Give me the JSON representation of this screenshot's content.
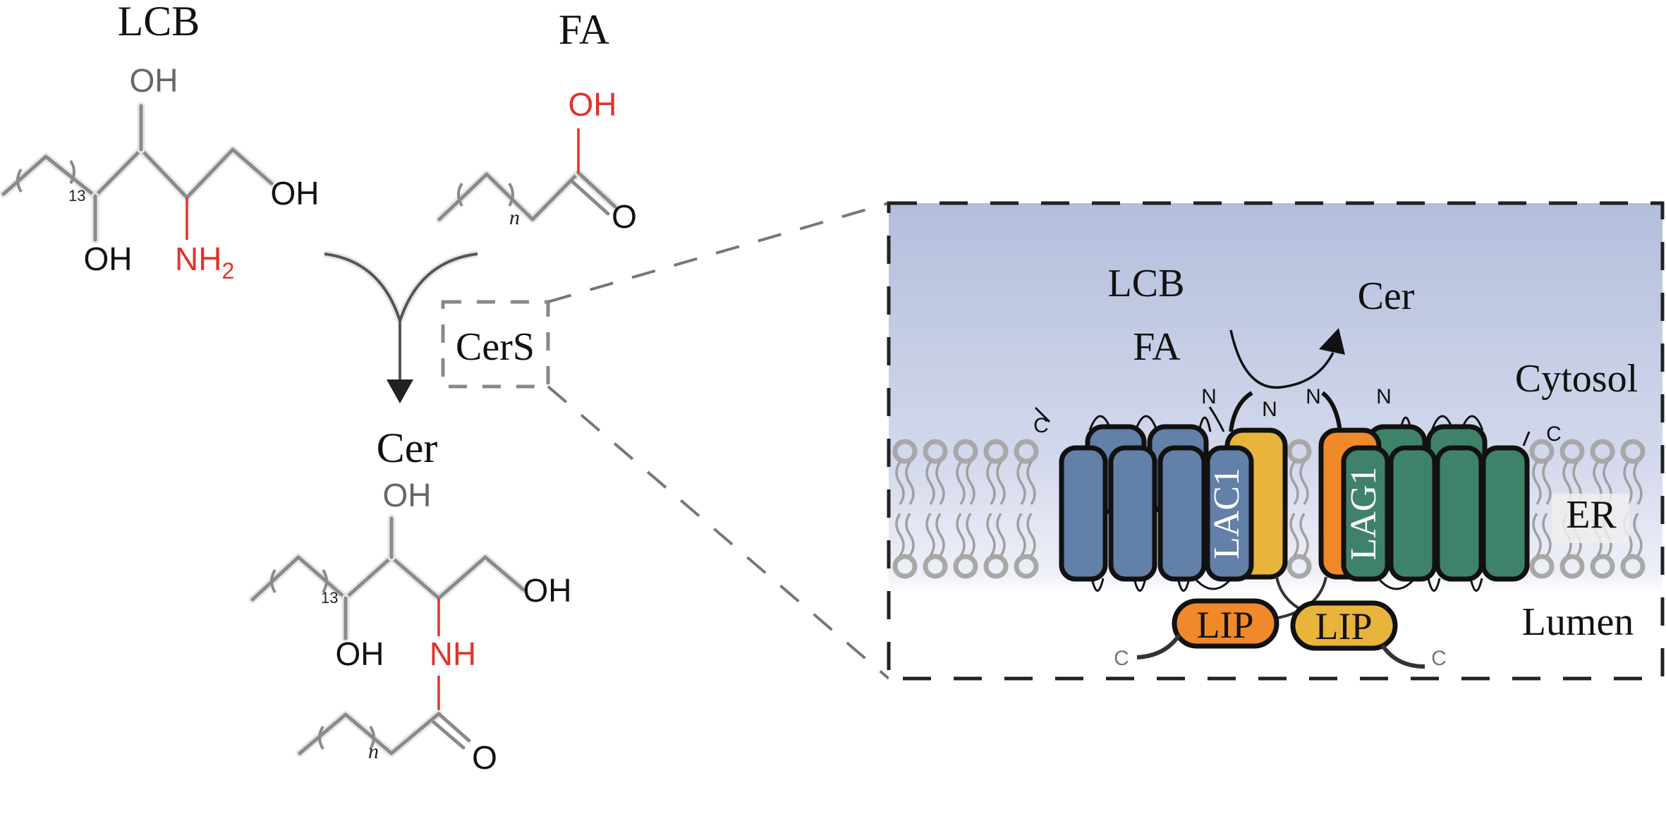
{
  "figure": {
    "left_panel": {
      "lcb": {
        "title": "LCB",
        "atoms": {
          "oh_top": "OH",
          "oh_right": "OH",
          "oh_bottom": "OH",
          "amine": "NH",
          "amine_sub": "2",
          "chain_repeat": "13"
        }
      },
      "fa": {
        "title": "FA",
        "atoms": {
          "hydroxyl": "OH",
          "carbonyl": "O",
          "chain_repeat": "n"
        }
      },
      "enzyme_label": "CerS",
      "cer": {
        "title": "Cer",
        "atoms": {
          "oh_top": "OH",
          "oh_right": "OH",
          "oh_bottom": "OH",
          "amide": "NH",
          "carbonyl": "O",
          "chain_repeat_lcb": "13",
          "chain_repeat_fa": "n"
        }
      }
    },
    "right_panel": {
      "substrate_lcb": "LCB",
      "substrate_fa": "FA",
      "product": "Cer",
      "compartments": {
        "cytosol": "Cytosol",
        "er": "ER",
        "lumen": "Lumen"
      },
      "proteins": {
        "lac1": {
          "label": "LAC1",
          "color": "#6280a8",
          "accent_color": "#e8b43c"
        },
        "lag1": {
          "label": "LAG1",
          "color": "#3f826a",
          "accent_color": "#f0892a"
        },
        "lip_orange": {
          "label": "LIP",
          "color": "#f0892a"
        },
        "lip_yellow": {
          "label": "LIP",
          "color": "#e8b43c"
        }
      },
      "termini": {
        "n1": "N",
        "n2": "N",
        "n3": "N",
        "n4": "N",
        "c_left_top": "C",
        "c_right_top": "C",
        "c_left_bottom": "C",
        "c_right_bottom": "C"
      },
      "colors": {
        "cytosol_top": "#b4bedc",
        "cytosol_bottom": "#eef0f8"
      }
    },
    "colors": {
      "highlight_red": "#e0342a",
      "bond_gray": "#8a8a8a"
    }
  }
}
